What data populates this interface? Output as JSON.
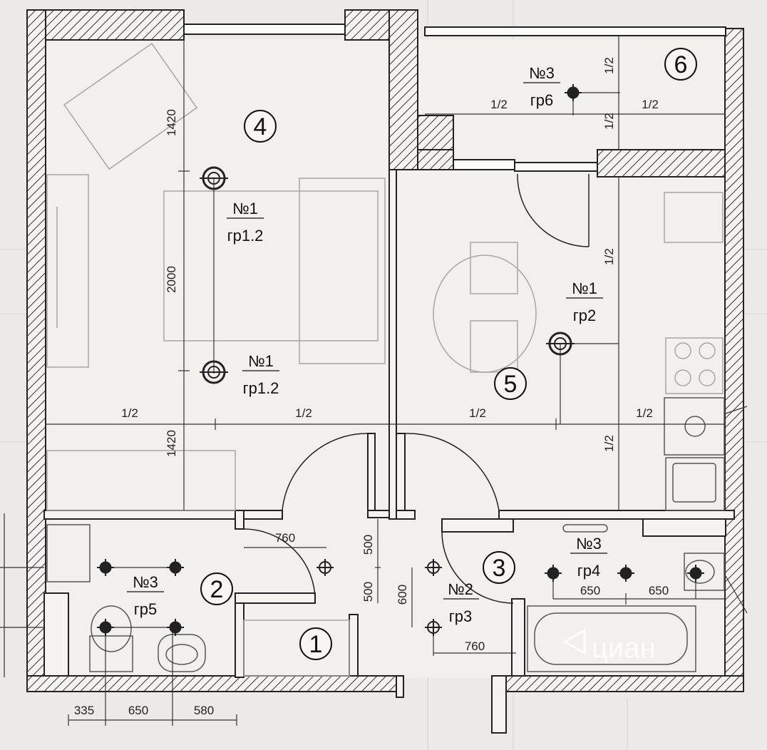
{
  "watermark": "циан",
  "rooms": [
    "1",
    "2",
    "3",
    "4",
    "5",
    "6"
  ],
  "fixtures": [
    {
      "num": "№1",
      "grp": "гр1.2"
    },
    {
      "num": "№1",
      "grp": "гр1.2"
    },
    {
      "num": "№1",
      "grp": "гр2"
    },
    {
      "num": "№3",
      "grp": "гр6"
    },
    {
      "num": "№3",
      "grp": "гр5"
    },
    {
      "num": "№2",
      "grp": "гр3"
    },
    {
      "num": "№3",
      "grp": "гр4"
    }
  ],
  "dimensions": {
    "left_top": "1420",
    "left_mid": "2000",
    "left_bottom": "1420",
    "half": "1/2",
    "hall_760_top": "760",
    "hall_760_bottom": "760",
    "hall_500_a": "500",
    "hall_500_b": "500",
    "hall_600": "600",
    "bath_650_a": "650",
    "bath_650_b": "650",
    "wc_335": "335",
    "wc_650": "650",
    "wc_580": "580"
  }
}
